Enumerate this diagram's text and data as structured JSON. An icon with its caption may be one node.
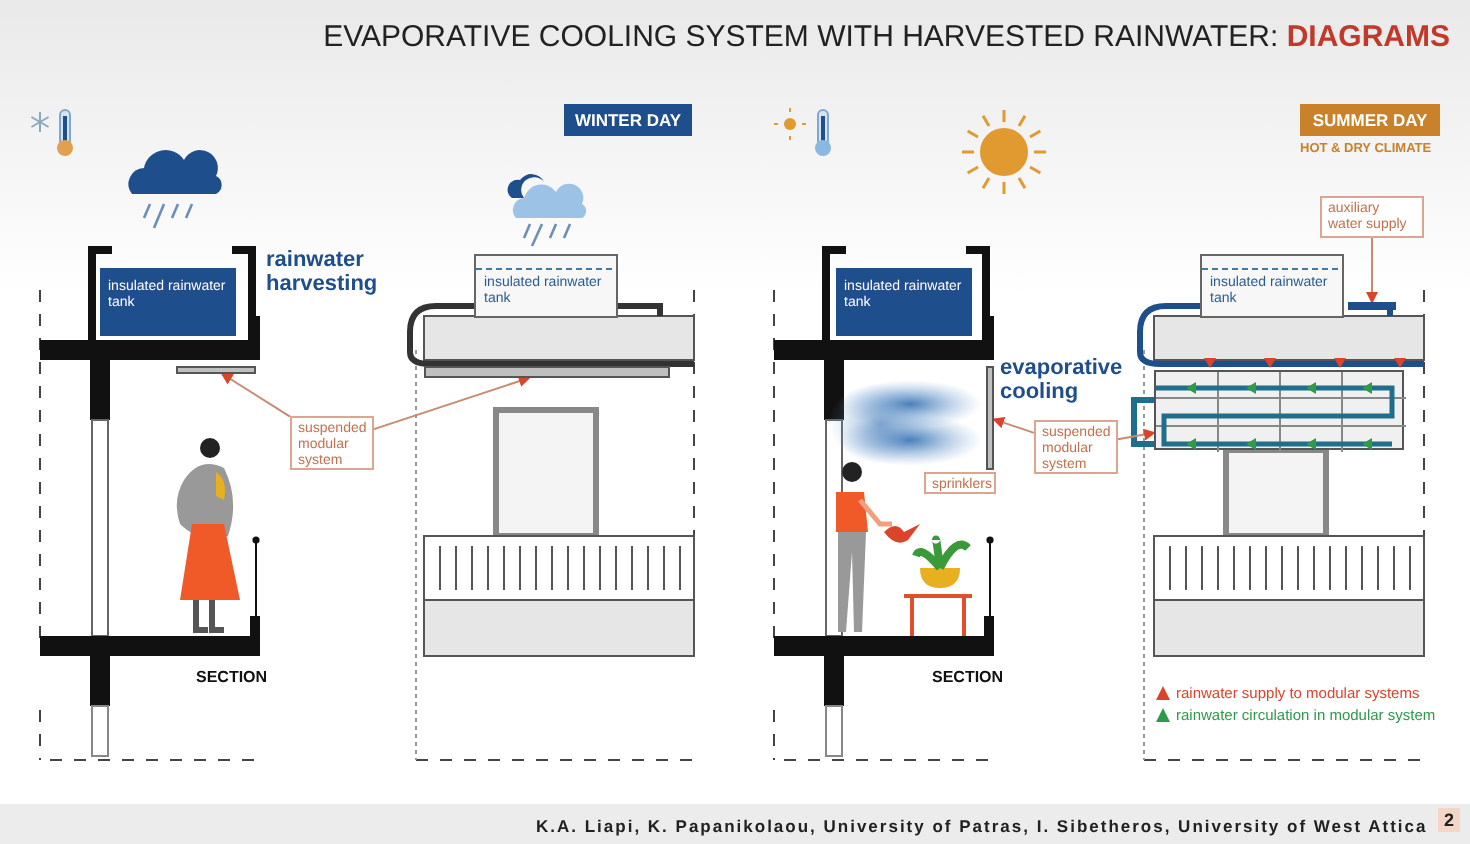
{
  "diagram": {
    "title": "EVAPORATIVE COOLING SYSTEM WITH HARVESTED RAINWATER: **DIAGRAMS**",
    "nodes": [
      {
        "text": [
          "WINTER DAY"
        ]
      },
      {
        "text": [
          "insulated rainwater tank"
        ]
      },
      {
        "text": [
          "insulated rainwater tank"
        ]
      },
      {
        "text": [
          "suspended modular system"
        ]
      },
      {
        "text": [],
        "shape": "bar"
      },
      {
        "text": [],
        "shape": "bar"
      },
      {
        "text": [
          "SUMMER DAY"
        ],
        "beside": [
          "HOT & DRY CLIMATE"
        ]
      },
      {
        "text": [
          "auxiliary water supply"
        ]
      },
      {
        "text": [
          "insulated rainwater tank"
        ]
      },
      {
        "text": [
          "insulated rainwater tank"
        ]
      },
      {
        "text": [
          "suspended modular system"
        ]
      },
      {
        "text": [],
        "shape": "bar"
      },
      {
        "text": [],
        "shape": "box"
      },
      {
        "text": [
          "sprinklers"
        ]
      },
      {
        "text": [],
        "shape": "pipe"
      }
    ],
    "edges": [
      {
        "from": 3,
        "to": 4,
        "arrow": "to"
      },
      {
        "from": 3,
        "to": 5,
        "arrow": "to"
      },
      {
        "from": 10,
        "to": 11,
        "arrow": "to"
      },
      {
        "from": 10,
        "to": 12,
        "arrow": "to"
      },
      {
        "from": 7,
        "to": 14,
        "arrow": "to"
      }
    ],
    "labels": [
      "rainwater harvesting",
      "evaporative cooling",
      "SECTION",
      "SECTION",
      "K.A. Liapi, K. Papanikolaou, University of Patras, I. Sibetheros, University of West Attica",
      "2"
    ],
    "legend": [
      {
        "text": "rainwater supply to modular systems"
      },
      {
        "text": "rainwater circulation in modular system"
      }
    ]
  }
}
